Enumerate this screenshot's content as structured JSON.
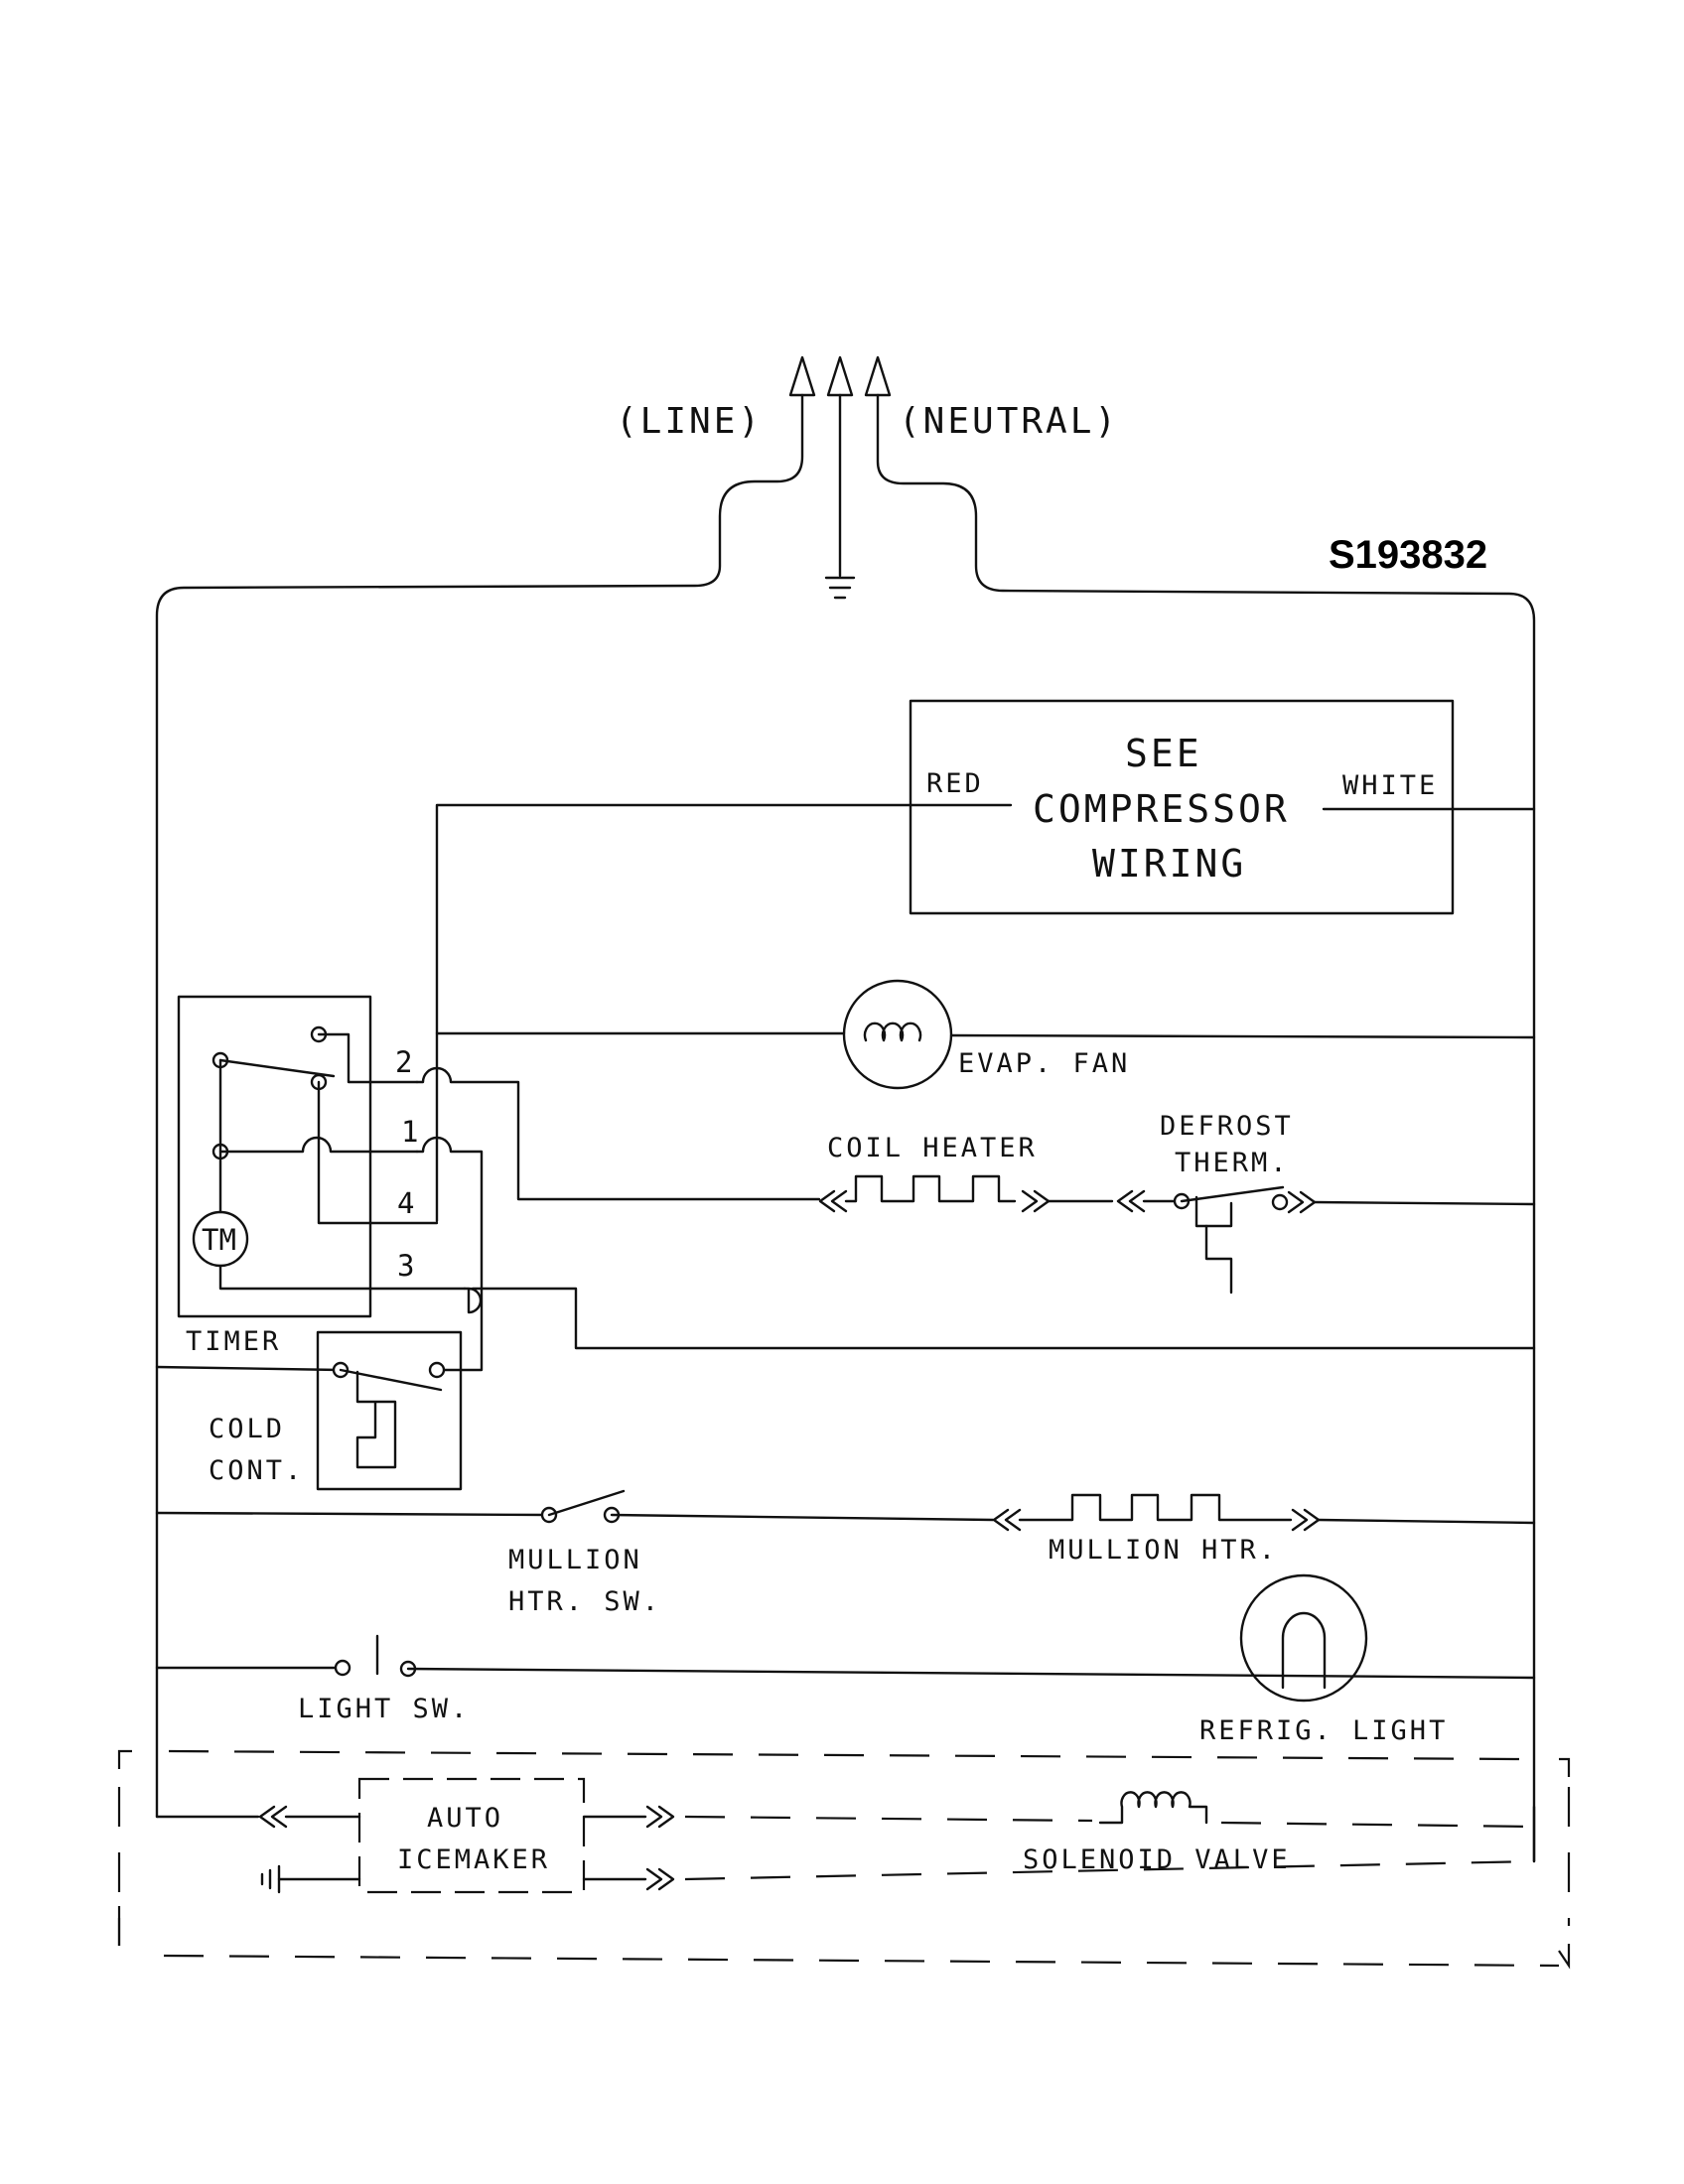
{
  "diagram_code": "S193832",
  "supply": {
    "line_label": "(LINE)",
    "neutral_label": "(NEUTRAL)"
  },
  "compressor_box": {
    "line1": "SEE",
    "line2": "COMPRESSOR",
    "line3": "WIRING",
    "left_wire": "RED",
    "right_wire": "WHITE"
  },
  "timer": {
    "label": "TIMER",
    "motor": "TM",
    "terminals": [
      "2",
      "1",
      "4",
      "3"
    ]
  },
  "components": {
    "evap_fan": "EVAP. FAN",
    "coil_heater": "COIL HEATER",
    "defrost_therm_l1": "DEFROST",
    "defrost_therm_l2": "THERM.",
    "cold_cont_l1": "COLD",
    "cold_cont_l2": "CONT.",
    "mullion_sw_l1": "MULLION",
    "mullion_sw_l2": "HTR. SW.",
    "mullion_htr": "MULLION HTR.",
    "light_sw": "LIGHT SW.",
    "refrig_light": "REFRIG. LIGHT",
    "icemaker_l1": "AUTO",
    "icemaker_l2": "ICEMAKER",
    "solenoid_valve": "SOLENOID VALVE"
  }
}
